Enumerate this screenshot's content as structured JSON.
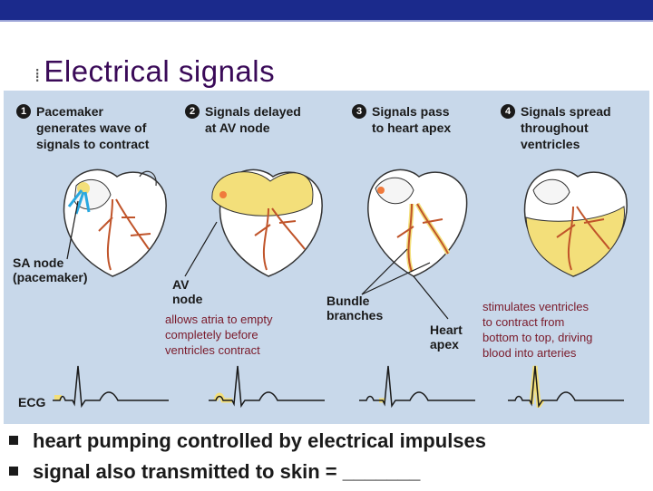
{
  "title": "Electrical signals",
  "steps": [
    {
      "num": "1",
      "text": "Pacemaker\ngenerates wave of\nsignals to contract"
    },
    {
      "num": "2",
      "text": "Signals delayed\nat AV node"
    },
    {
      "num": "3",
      "text": "Signals pass\nto heart apex"
    },
    {
      "num": "4",
      "text": "Signals spread\nthroughout\nventricles"
    }
  ],
  "labels": {
    "sa_node": "SA node\n(pacemaker)",
    "av_node": "AV\nnode",
    "bundle_branches": "Bundle\nbranches",
    "heart_apex": "Heart\napex",
    "ecg": "ECG"
  },
  "notes": {
    "av_note": "allows atria to empty\ncompletely before\nventricles contract",
    "ventricle_note": "stimulates ventricles\nto contract from\nbottom to top, driving\nblood into arteries"
  },
  "bullets": [
    "heart pumping controlled by electrical impulses",
    "signal also transmitted to skin = _______"
  ],
  "colors": {
    "header": "#1b2a8c",
    "title": "#3a0a58",
    "panel": "#c8d8ea",
    "signal_yellow": "#f3df7a",
    "note_text": "#7a1a2a",
    "heart_vessels": "#c0542a"
  }
}
